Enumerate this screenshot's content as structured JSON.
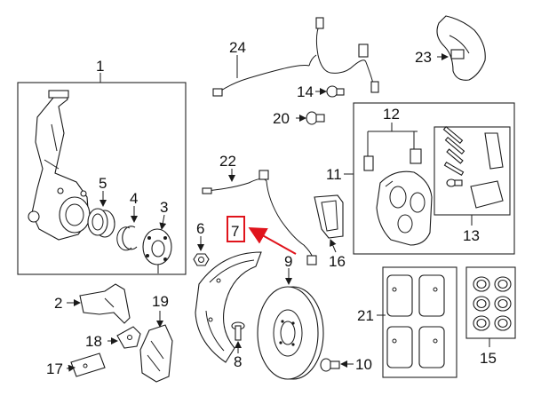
{
  "diagram": {
    "callouts": {
      "c1": "1",
      "c2": "2",
      "c3": "3",
      "c4": "4",
      "c5": "5",
      "c6": "6",
      "c7": "7",
      "c8": "8",
      "c9": "9",
      "c10": "10",
      "c11": "11",
      "c12": "12",
      "c13": "13",
      "c14": "14",
      "c15": "15",
      "c16": "16",
      "c17": "17",
      "c18": "18",
      "c19": "19",
      "c20": "20",
      "c21": "21",
      "c22": "22",
      "c23": "23",
      "c24": "24"
    },
    "highlight_color": "#e0141c",
    "line_color": "#1a1a1a"
  }
}
